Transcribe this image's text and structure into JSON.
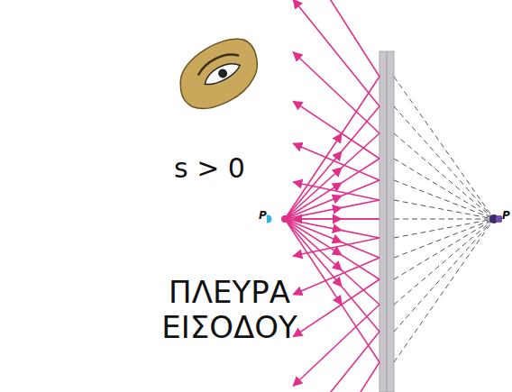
{
  "diagram": {
    "labels": [
      "s > 0",
      "ΠΛΕΥΡΑ ΕΙΣΟΔΟΥ",
      "P",
      "P"
    ]
  }
}
